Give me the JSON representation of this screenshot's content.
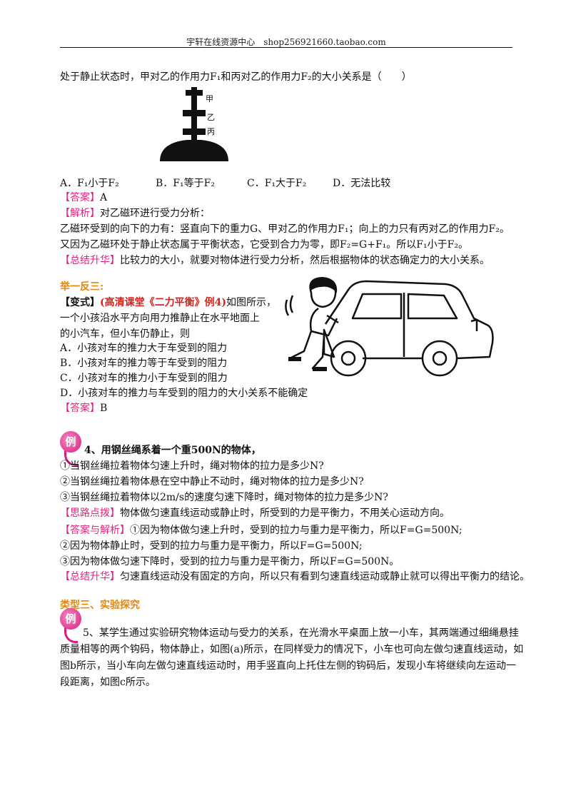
{
  "header": {
    "text": "宇轩在线资源中心　shop256921660.taobao.com"
  },
  "q3": {
    "stem_end": "处于静止状态时，甲对乙的作用力F₁和丙对乙的作用力F₂的大小关系是（　　）",
    "figure_labels": [
      "甲",
      "乙",
      "丙"
    ],
    "options": [
      "A．F₁小于F₂",
      "B．F₁等于F₂",
      "C．F₁大于F₂",
      "D．无法比较"
    ],
    "answer_tag": "【答案】",
    "answer": "A",
    "analysis_tag": "【解析】",
    "analysis": [
      "对乙磁环进行受力分析：",
      "乙磁环受到的向下的力有：竖直向下的重力G、甲对乙的作用力F₁；向上的力只有丙对乙的作用力F₂。",
      "又因为乙磁环处于静止状态属于平衡状态，它受到合力为零，即F₂=G+F₁。所以F₁小于F₂。"
    ],
    "summary_tag": "【总结升华】",
    "summary": "比较力的大小，就要对物体进行受力分析，然后根据物体的状态确定力的大小关系。"
  },
  "variant": {
    "section_title": "举一反三:",
    "tag_open": "【变式】",
    "source": "(高清课堂《二力平衡》例4)",
    "stem": [
      "如图所示，",
      "一个小孩沿水平方向用力推静止在水平地面上",
      "的小汽车，但小车仍静止，则"
    ],
    "options": [
      "A．小孩对车的推力大于车受到的阻力",
      "B．小孩对车的推力等于车受到的阻力",
      "C．小孩对车的推力小于车受到的阻力",
      "D．小孩对车的推力与车受到的阻力的大小关系不能确定"
    ],
    "answer_tag": "【答案】",
    "answer": "B"
  },
  "q4": {
    "badge": "例",
    "stem": "4、用钢丝绳系着一个重500N的物体，",
    "parts": [
      "①当钢丝绳拉着物体匀速上升时，绳对物体的拉力是多少N?",
      "②当钢丝绳拉着物体悬在空中静止不动时，绳对物体的拉力是多少N?",
      "③当钢丝绳拉着物体以2m/s的速度匀速下降时，绳对物体的拉力是多少N?"
    ],
    "hint_tag": "【思路点拨】",
    "hint": "物体做匀速直线运动或静止时，所受到的力是平衡力，不用关心运动方向。",
    "answer_tag": "【答案与解析】",
    "answers": [
      "①因为物体做匀速上升时，受到的拉力与重力是平衡力，所以F=G=500N;",
      "②因为物体静止时，受到的拉力与重力是平衡力，所以F=G=500N;",
      "③因为物体做匀速下降时，受到的拉力与重力是平衡力，所以F=G=500N。"
    ],
    "summary_tag": "【总结升华】",
    "summary": "匀速直线运动没有固定的方向，所以只有看到匀速直线运动或静止就可以得出平衡力的结论。"
  },
  "section3": {
    "title": "类型三、实验探究"
  },
  "q5": {
    "badge": "例",
    "lines": [
      "5、某学生通过实验研究物体运动与受力的关系，在光滑水平桌面上放一小车，其两端通过细绳悬挂",
      "质量相等的两个钩码，物体静止，如图(a)所示，在同样受力的情况下，小车也可向左做匀速直线运动，如",
      "图b所示，当小车向左做匀速直线运动时，用手竖直向上托住左侧的钩码后，发现小车将继续向左运动一",
      "段距离，如图c所示。"
    ]
  }
}
